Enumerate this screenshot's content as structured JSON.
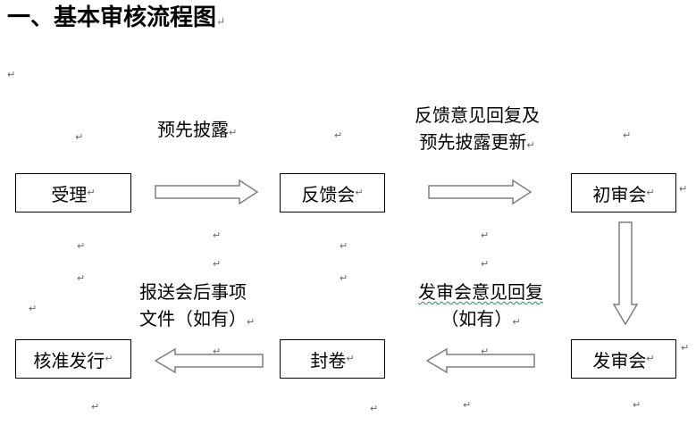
{
  "document": {
    "title": "一、基本审核流程图",
    "paragraph_mark": "↵"
  },
  "flowchart": {
    "nodes": {
      "acceptance": "受理",
      "feedback_meeting": "反馈会",
      "initial_review": "初审会",
      "issuance_review": "发审会",
      "archiving": "封卷",
      "approval": "核准发行"
    },
    "edge_labels": {
      "pre_disclosure": "预先披露",
      "feedback_reply_line1": "反馈意见回复及",
      "feedback_reply_line2": "预先披露更新",
      "issuance_reply_line1": "发审会意见回复",
      "issuance_reply_line2": "（如有）",
      "post_matters_line1": "报送会后事项",
      "post_matters_line2": "文件（如有）"
    }
  },
  "colors": {
    "text": "#000000",
    "arrow_fill": "#ffffff",
    "arrow_stroke": "#7f7f7f",
    "mark": "#666666"
  }
}
